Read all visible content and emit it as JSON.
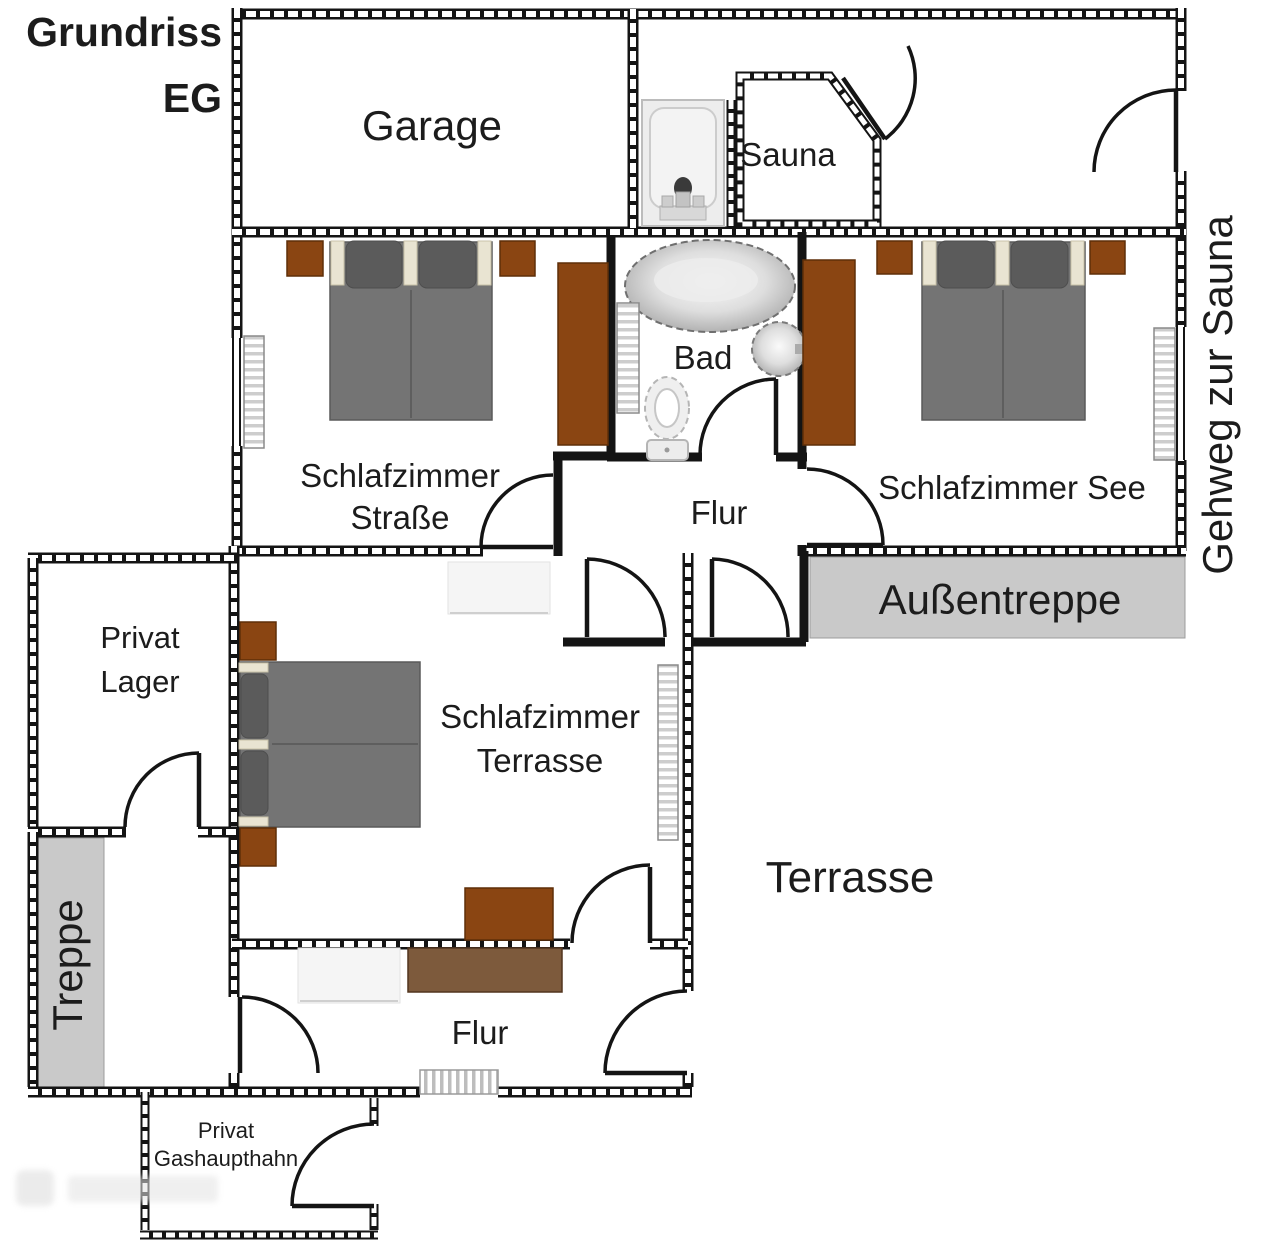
{
  "header": {
    "title_line1": "Grundriss",
    "title_line2": "EG"
  },
  "rooms": {
    "garage": {
      "label": "Garage"
    },
    "sauna": {
      "label": "Sauna"
    },
    "bad": {
      "label": "Bad"
    },
    "schlafzimmer_strasse": {
      "label_line1": "Schlafzimmer",
      "label_line2": "Straße"
    },
    "schlafzimmer_see": {
      "label": "Schlafzimmer See"
    },
    "flur_top": {
      "label": "Flur"
    },
    "schlafzimmer_terrasse": {
      "label_line1": "Schlafzimmer",
      "label_line2": "Terrasse"
    },
    "privat_lager": {
      "label_line1": "Privat",
      "label_line2": "Lager"
    },
    "treppe": {
      "label": "Treppe"
    },
    "flur_bottom": {
      "label": "Flur"
    },
    "gashaupthahn": {
      "label_line1": "Privat",
      "label_line2": "Gashaupthahn"
    }
  },
  "outdoor": {
    "aussentreppe": {
      "label": "Außentreppe"
    },
    "terrasse": {
      "label": "Terrasse"
    },
    "gehweg": {
      "label": "Gehweg zur Sauna"
    }
  },
  "colors": {
    "furniture_brown": "#8a4512",
    "furniture_brown_dark": "#5e2e08",
    "sideboard_brown": "#7d5a3c",
    "bed_gray": "#747474",
    "pillow_gray": "#5b5b5b",
    "headboard_cream": "#e9e4d2",
    "stairs_gray": "#c9c9c9"
  }
}
